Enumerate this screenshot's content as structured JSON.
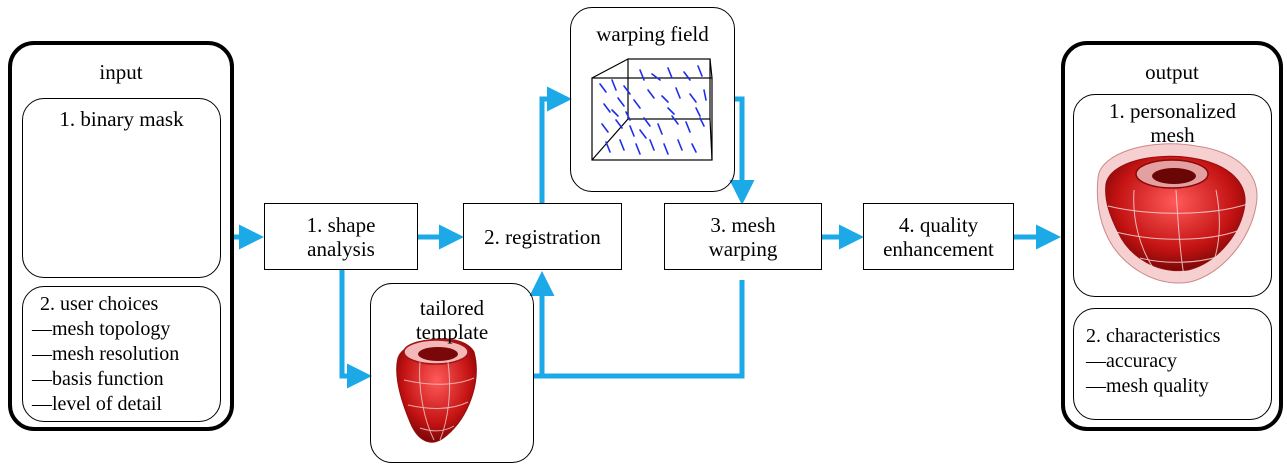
{
  "input": {
    "title": "input",
    "binary_mask": "1. binary mask",
    "user_choices": {
      "heading": "2. user choices",
      "items": [
        "—mesh topology",
        "—mesh resolution",
        "—basis function",
        "—level of detail"
      ]
    }
  },
  "steps": {
    "shape": [
      "1. shape",
      "analysis"
    ],
    "registration": "2. registration",
    "warping": [
      "3. mesh",
      "warping"
    ],
    "quality": [
      "4. quality",
      "enhancement"
    ]
  },
  "warping_field": "warping field",
  "template": [
    "tailored",
    "template"
  ],
  "output": {
    "title": "output",
    "mesh": [
      "1. personalized",
      "mesh"
    ],
    "characteristics": {
      "heading": "2. characteristics",
      "items": [
        "—accuracy",
        "—mesh quality"
      ]
    }
  },
  "colors": {
    "arrow": "#1ba9e8",
    "heart": "#d81a1a",
    "field": "#1f2ee8"
  }
}
